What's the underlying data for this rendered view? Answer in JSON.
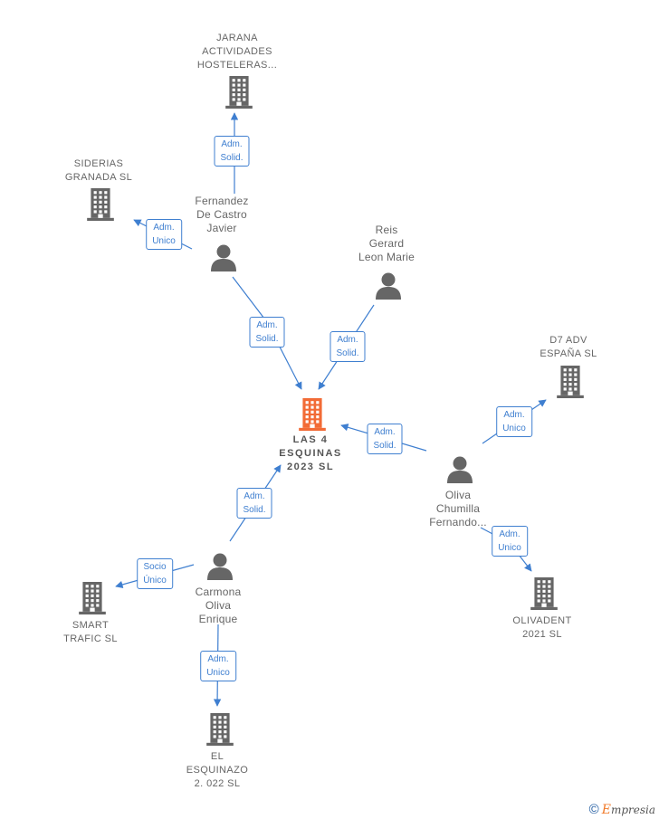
{
  "colors": {
    "edge": "#3f7fd0",
    "company": "#666666",
    "main_company": "#f26b36",
    "person": "#666666"
  },
  "nodes": {
    "las4": {
      "type": "main-company",
      "icon": "building-icon",
      "label": [
        "LAS 4",
        "ESQUINAS",
        "2023  SL"
      ]
    },
    "jarana": {
      "type": "company",
      "icon": "building-icon",
      "label": [
        "JARANA",
        "ACTIVIDADES",
        "HOSTELERAS..."
      ]
    },
    "siderias": {
      "type": "company",
      "icon": "building-icon",
      "label": [
        "SIDERIAS",
        "GRANADA  SL"
      ]
    },
    "d7adv": {
      "type": "company",
      "icon": "building-icon",
      "label": [
        "D7 ADV",
        "ESPAÑA  SL"
      ]
    },
    "olivadent": {
      "type": "company",
      "icon": "building-icon",
      "label": [
        "OLIVADENT",
        "2021  SL"
      ]
    },
    "smart": {
      "type": "company",
      "icon": "building-icon",
      "label": [
        "SMART",
        "TRAFIC SL"
      ]
    },
    "esquinazo": {
      "type": "company",
      "icon": "building-icon",
      "label": [
        "EL",
        "ESQUINAZO",
        "2. 022  SL"
      ]
    },
    "fernandez": {
      "type": "person",
      "icon": "person-icon",
      "label": [
        "Fernandez",
        "De Castro",
        "Javier"
      ]
    },
    "reis": {
      "type": "person",
      "icon": "person-icon",
      "label": [
        "Reis",
        "Gerard",
        "Leon Marie"
      ]
    },
    "oliva": {
      "type": "person",
      "icon": "person-icon",
      "label": [
        "Oliva",
        "Chumilla",
        "Fernando..."
      ]
    },
    "carmona": {
      "type": "person",
      "icon": "person-icon",
      "label": [
        "Carmona",
        "Oliva",
        "Enrique"
      ]
    }
  },
  "edges": [
    {
      "from": "fernandez",
      "to": "jarana",
      "label": [
        "Adm.",
        "Solid."
      ]
    },
    {
      "from": "fernandez",
      "to": "siderias",
      "label": [
        "Adm.",
        "Unico"
      ]
    },
    {
      "from": "fernandez",
      "to": "las4",
      "label": [
        "Adm.",
        "Solid."
      ]
    },
    {
      "from": "reis",
      "to": "las4",
      "label": [
        "Adm.",
        "Solid."
      ]
    },
    {
      "from": "oliva",
      "to": "las4",
      "label": [
        "Adm.",
        "Solid."
      ]
    },
    {
      "from": "oliva",
      "to": "d7adv",
      "label": [
        "Adm.",
        "Unico"
      ]
    },
    {
      "from": "oliva",
      "to": "olivadent",
      "label": [
        "Adm.",
        "Unico"
      ]
    },
    {
      "from": "carmona",
      "to": "las4",
      "label": [
        "Adm.",
        "Solid."
      ]
    },
    {
      "from": "carmona",
      "to": "smart",
      "label": [
        "Socio",
        "Único"
      ]
    },
    {
      "from": "carmona",
      "to": "esquinazo",
      "label": [
        "Adm.",
        "Unico"
      ]
    }
  ],
  "brand": {
    "copyright": "©",
    "first_letter": "E",
    "rest": "mpresia"
  }
}
